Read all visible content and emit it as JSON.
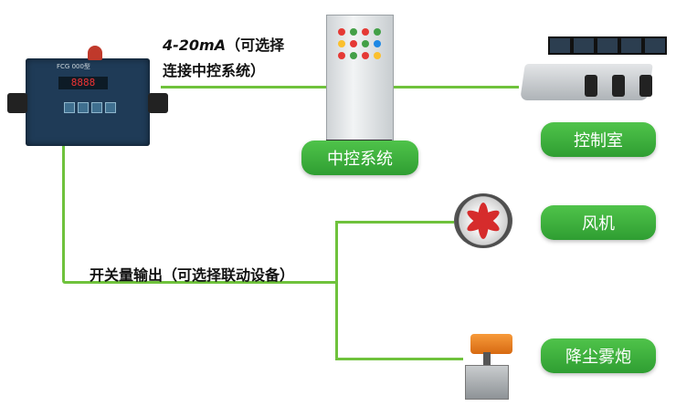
{
  "labels": {
    "analog_line1_signal": "4-20mA",
    "analog_line1_rest": "（可选择",
    "analog_line2": "连接中控系统）",
    "switch_output": "开关量输出（可选择联动设备）"
  },
  "nodes": {
    "central_system": "中控系统",
    "control_room": "控制室",
    "fan": "风机",
    "dust_fog_cannon": "降尘雾炮"
  },
  "device": {
    "display_value": "8888",
    "panel_text": "FCG 000型"
  },
  "colors": {
    "line": "#6fc23c",
    "pill_top": "#4fc34a",
    "pill_bottom": "#2f9e32"
  }
}
